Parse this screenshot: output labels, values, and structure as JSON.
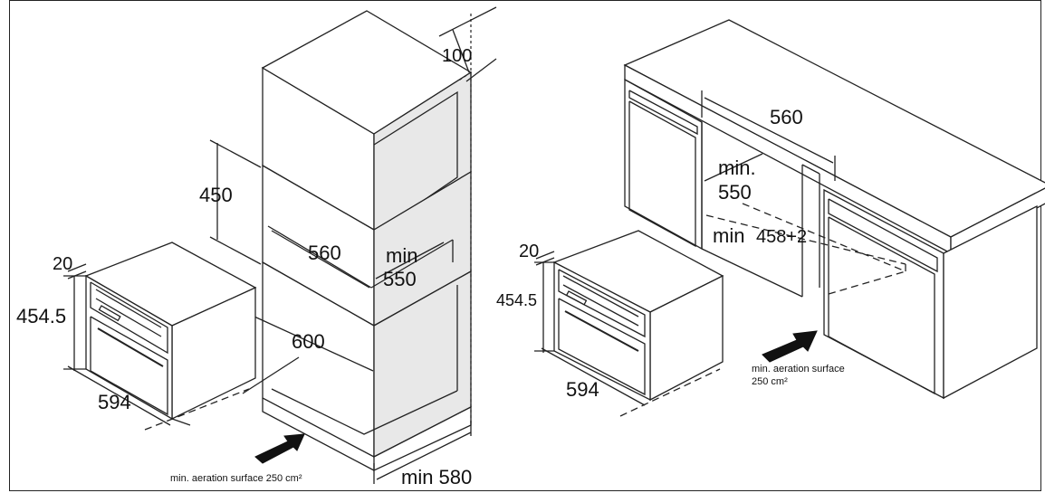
{
  "left_diagram": {
    "dim_100": "100",
    "dim_450": "450",
    "dim_560": "560",
    "dim_min_550_line1": "min",
    "dim_min_550_line2": "550",
    "dim_600": "600",
    "dim_20": "20",
    "dim_454_5": "454.5",
    "dim_594": "594",
    "dim_min_580": "min 580",
    "aeration_note": "min. aeration surface 250 cm²"
  },
  "right_diagram": {
    "dim_560": "560",
    "dim_min_550_line1": "min.",
    "dim_min_550_line2": "550",
    "dim_min": "min",
    "dim_458_2": "458+2",
    "dim_20": "20",
    "dim_454_5": "454.5",
    "dim_594": "594",
    "aeration_note_line1": "min. aeration surface",
    "aeration_note_line2": "250 cm²"
  }
}
